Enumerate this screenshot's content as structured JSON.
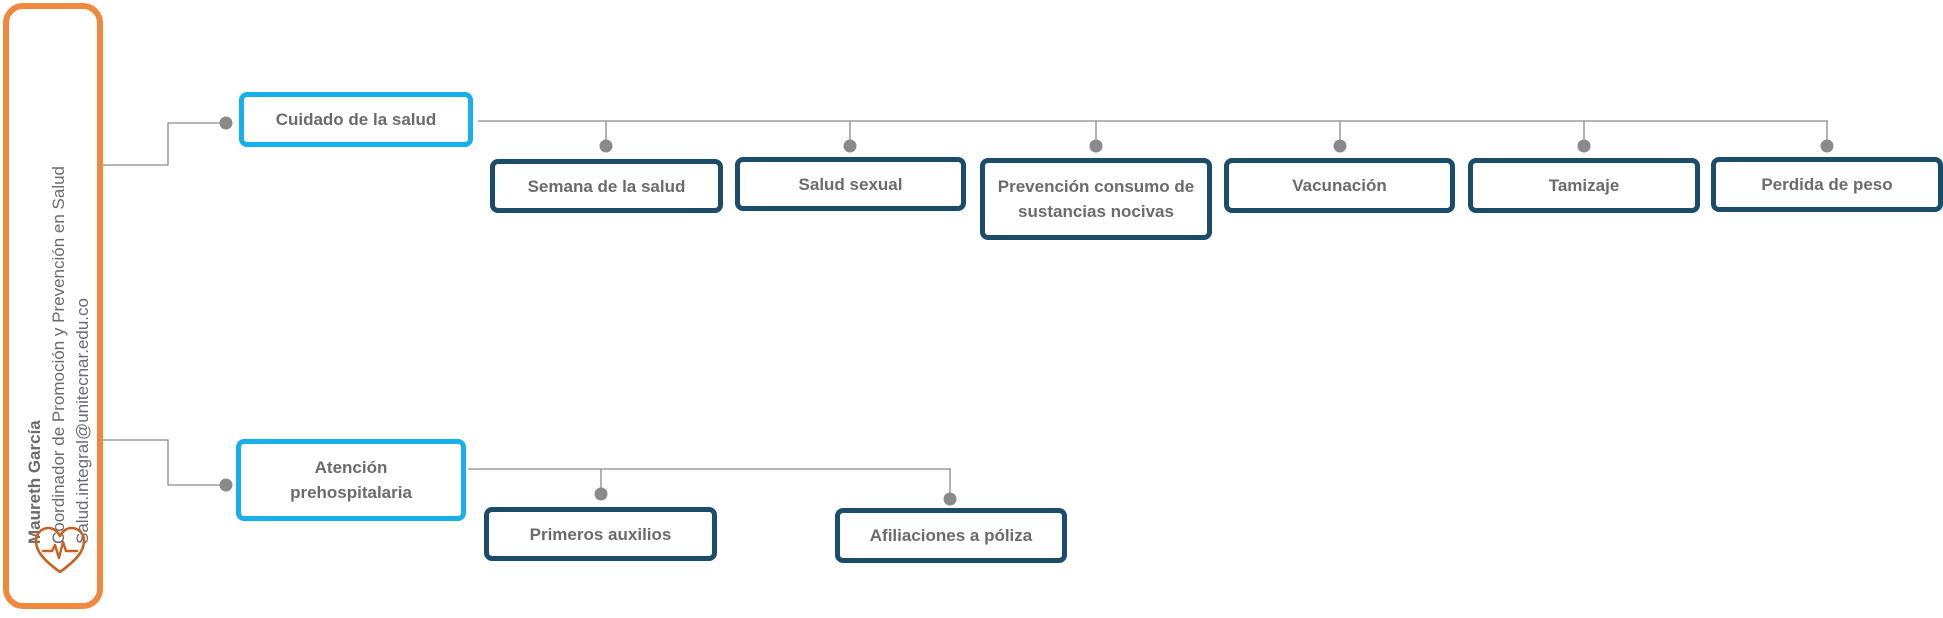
{
  "contact": {
    "name": "Maureth García",
    "role": "Coordinador de Promoción y Prevención en Salud",
    "email": "Salud.integral@unitecnar.edu.co"
  },
  "icon": "heart-pulse-icon",
  "colors": {
    "sidebar_border": "#f0883e",
    "category_border": "#17b0ea",
    "item_border": "#1b4d6b",
    "text": "#6b6b6b",
    "connector": "#8a8a8a"
  },
  "categories": [
    {
      "label": "Cuidado de la salud",
      "items": [
        "Semana de la salud",
        "Salud sexual",
        "Prevención consumo de sustancias nocivas",
        "Vacunación",
        "Tamizaje",
        "Perdida de peso"
      ]
    },
    {
      "label": "Atención prehospitalaria",
      "items": [
        "Primeros auxilios",
        "Afiliaciones a póliza"
      ]
    }
  ]
}
